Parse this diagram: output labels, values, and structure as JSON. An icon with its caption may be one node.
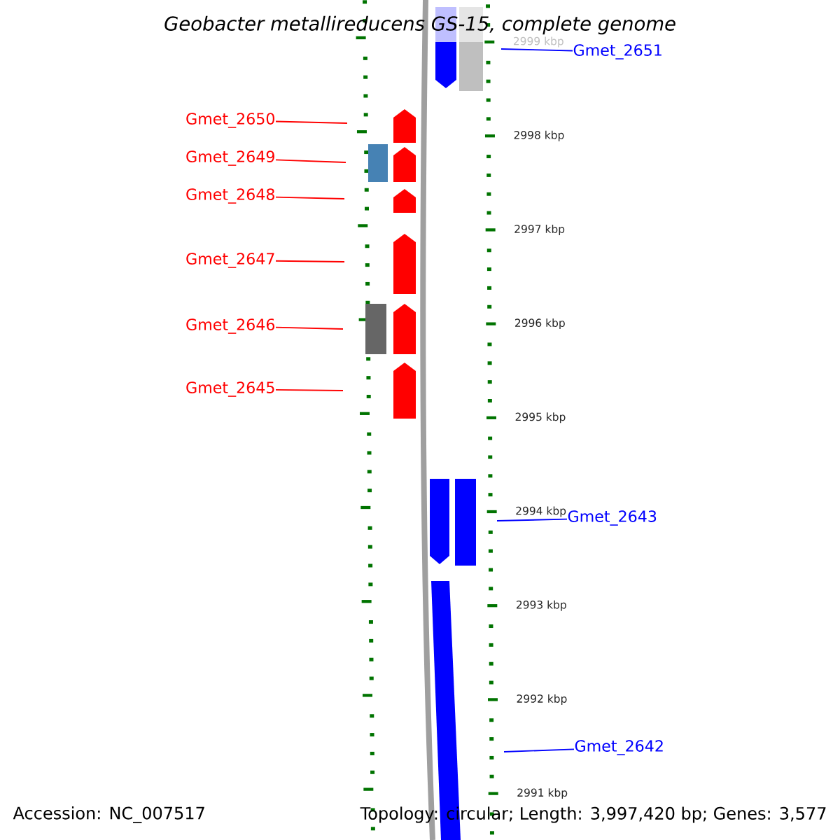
{
  "diagram": {
    "title": "Geobacter metallireducens GS-15, complete genome",
    "nodes": [
      {
        "text": [
          "Gmet_2651"
        ]
      },
      {
        "text": [
          "Gmet_2650"
        ]
      },
      {
        "text": [
          "Gmet_2649"
        ]
      },
      {
        "text": [
          "Gmet_2648"
        ]
      },
      {
        "text": [
          "Gmet_2647"
        ]
      },
      {
        "text": [
          "Gmet_2646"
        ]
      },
      {
        "text": [
          "Gmet_2645"
        ]
      },
      {
        "text": [
          "Gmet_2643"
        ]
      },
      {
        "text": [
          "Gmet_2642"
        ]
      }
    ],
    "edges": [
      {
        "from": 0,
        "to": null,
        "arrow": "none",
        "color": "#0000ff"
      },
      {
        "from": 1,
        "to": null,
        "arrow": "none"
      },
      {
        "from": 2,
        "to": null,
        "arrow": "none"
      },
      {
        "from": 3,
        "to": null,
        "arrow": "none"
      },
      {
        "from": 4,
        "to": null,
        "arrow": "none"
      },
      {
        "from": 5,
        "to": null,
        "arrow": "none"
      },
      {
        "from": 6,
        "to": null,
        "arrow": "none"
      },
      {
        "from": 7,
        "to": null,
        "arrow": "none",
        "color": "#0000ff"
      },
      {
        "from": 8,
        "to": null,
        "arrow": "none",
        "color": "#0000ff"
      }
    ],
    "labels": [
      "2999 kbp",
      "2998 kbp",
      "2997 kbp",
      "2996 kbp",
      "2995 kbp",
      "2994 kbp",
      "2993 kbp",
      "2992 kbp",
      "2991 kbp",
      "Accession: NC_007517",
      "Topology: circular; Length: 3,997,420 bp; Genes: 3,577"
    ]
  }
}
